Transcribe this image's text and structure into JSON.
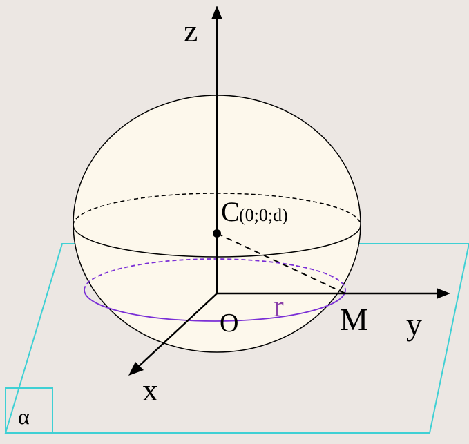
{
  "labels": {
    "z_axis": "z",
    "x_axis": "x",
    "y_axis": "y",
    "origin": "O",
    "center": "C",
    "center_coords": "(0;0;d)",
    "point_m": "M",
    "radius": "r",
    "plane": "α"
  },
  "colors": {
    "background": "#ece7e3",
    "sphere_fill": "#fdf8ec",
    "plane_outline": "#3fd0d4",
    "circle_section": "#7a2fd6",
    "radius_label": "#8a3fa8",
    "stroke": "#000000"
  },
  "icons": {
    "axis_arrowheads": "arrow-icon"
  }
}
